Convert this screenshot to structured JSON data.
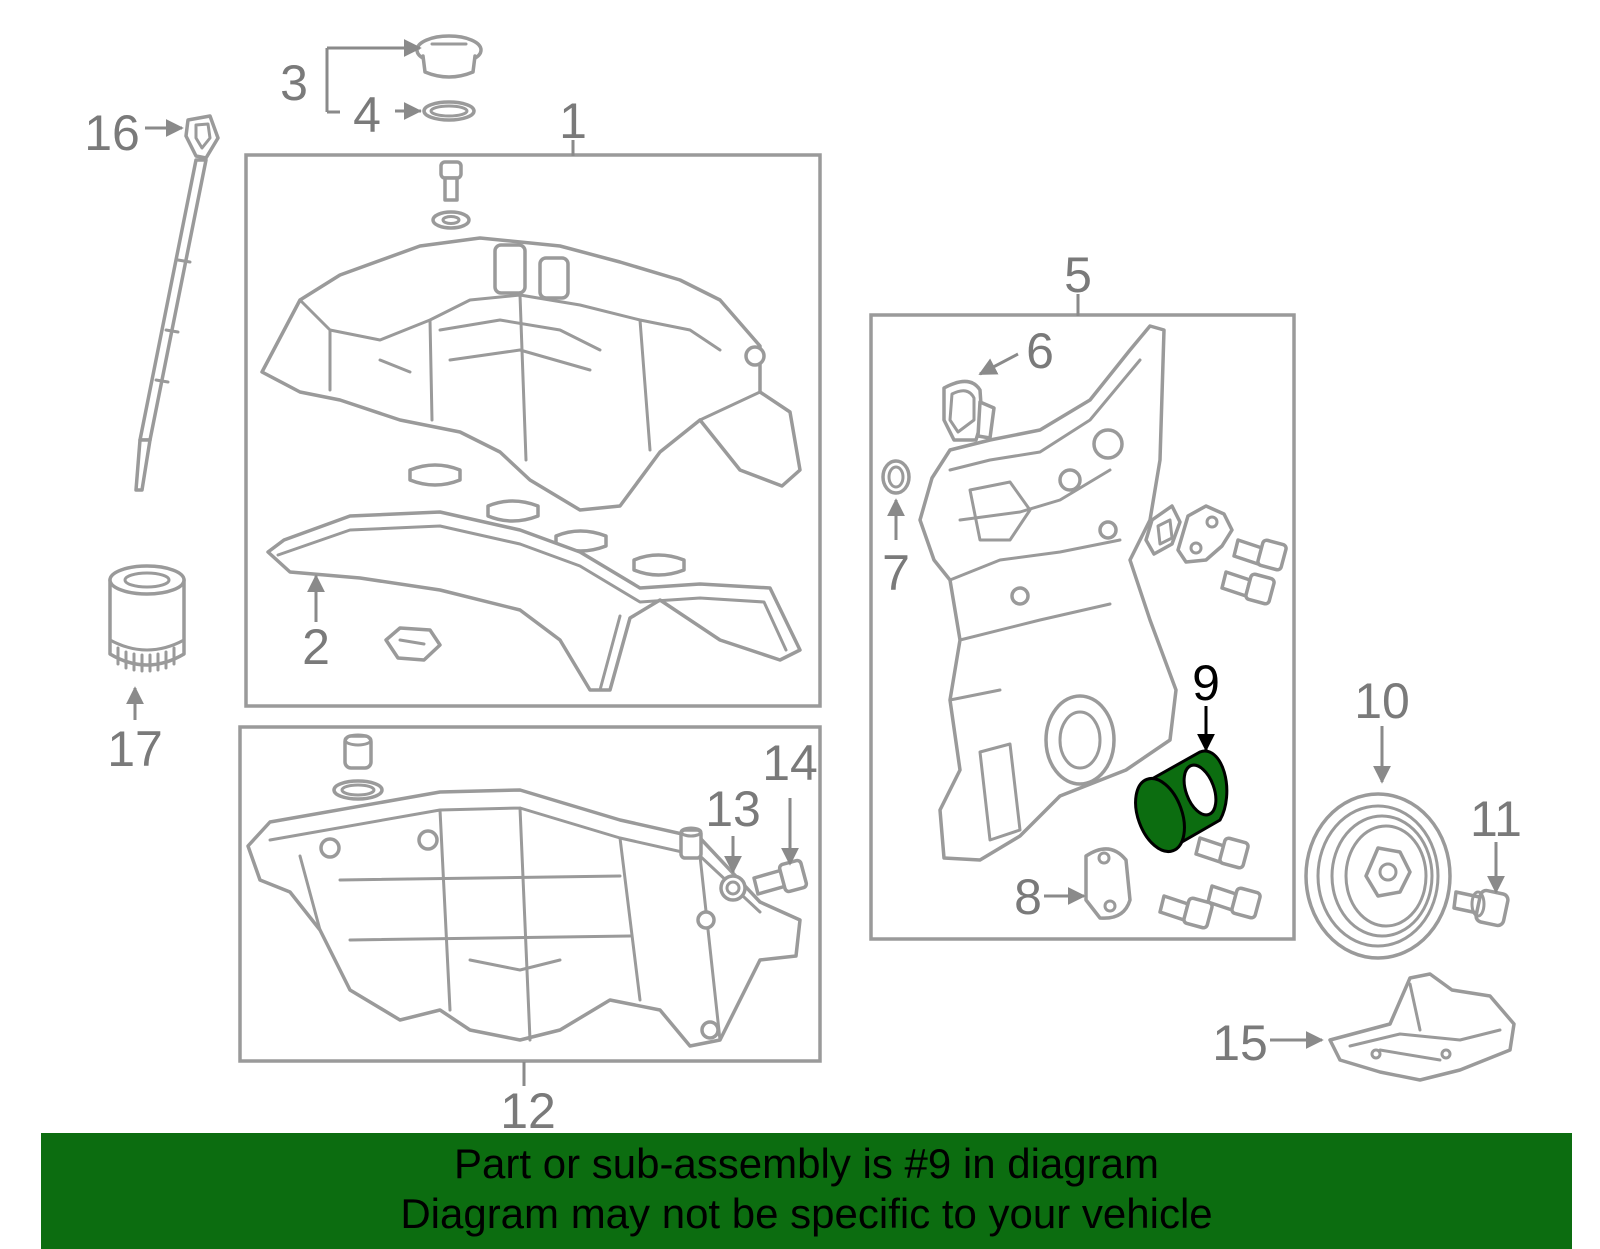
{
  "diagram": {
    "callouts": [
      "1",
      "2",
      "3",
      "4",
      "5",
      "6",
      "7",
      "8",
      "9",
      "10",
      "11",
      "12",
      "13",
      "14",
      "15",
      "16",
      "17"
    ],
    "highlighted_part": "9",
    "highlight_color": "#0c6d10"
  },
  "banner": {
    "line1": "Part or sub-assembly is #9 in diagram",
    "line2": "Diagram may not be specific to your vehicle",
    "background": "#0c6d10"
  }
}
